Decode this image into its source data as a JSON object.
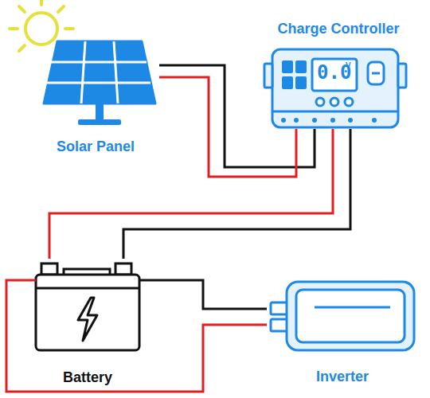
{
  "diagram": {
    "nodes": [
      {
        "text": [
          "Solar Panel"
        ]
      },
      {
        "text": [
          "Charge Controller"
        ]
      },
      {
        "text": [
          "Battery"
        ]
      },
      {
        "text": [
          "Inverter"
        ]
      }
    ],
    "edges": [
      {
        "from": 0,
        "to": 1,
        "arrow": "none"
      },
      {
        "from": 0,
        "to": 1,
        "arrow": "none"
      },
      {
        "from": 1,
        "to": 2,
        "arrow": "none"
      },
      {
        "from": 1,
        "to": 2,
        "arrow": "none"
      },
      {
        "from": 2,
        "to": 3,
        "arrow": "none"
      },
      {
        "from": 2,
        "to": 3,
        "arrow": "none"
      }
    ],
    "labels": [
      "0.0",
      "V"
    ]
  }
}
